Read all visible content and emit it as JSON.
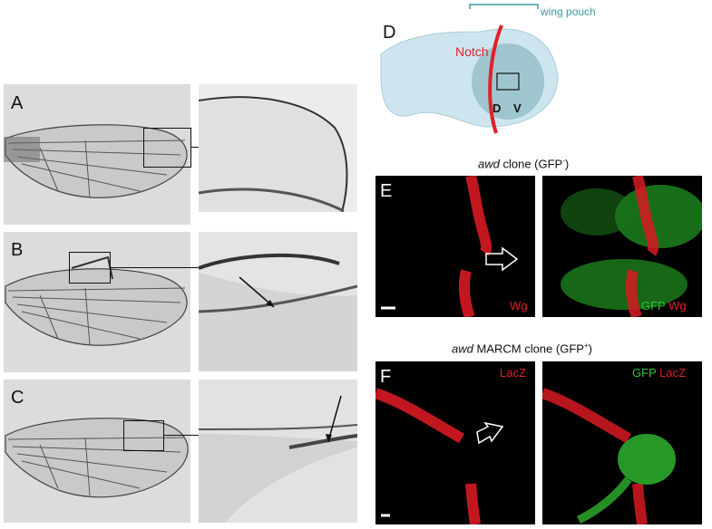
{
  "panels": {
    "A": {
      "letter": "A"
    },
    "B": {
      "letter": "B"
    },
    "C": {
      "letter": "C"
    },
    "D": {
      "letter": "D",
      "bracket_label": "wing pouch",
      "notch_label": "Notch",
      "d_label": "D",
      "v_label": "V"
    },
    "E": {
      "letter": "E",
      "caption_gene": "awd",
      "caption_rest": " clone (GFP",
      "caption_sup": "-",
      "caption_end": ")",
      "left_stain": "Wg",
      "right_stain_green": "GFP",
      "right_stain_red": "Wg"
    },
    "F": {
      "letter": "F",
      "caption_gene": "awd",
      "caption_rest": " MARCM clone (GFP",
      "caption_sup": "+",
      "caption_end": ")",
      "left_stain": "LacZ",
      "right_stain_green": "GFP",
      "right_stain_red": "LacZ"
    }
  },
  "colors": {
    "notch": "#e0202a",
    "gfp": "#2ecc2e",
    "disc": "#cde5ee",
    "pouch": "#9fc6cf",
    "bracket": "#3a9aa0"
  }
}
